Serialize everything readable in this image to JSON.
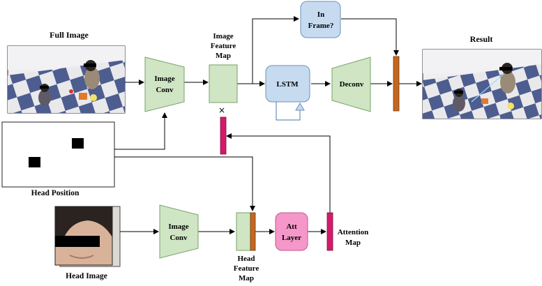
{
  "labels": {
    "full_image": "Full Image",
    "result": "Result",
    "head_position": "Head Position",
    "head_image": "Head Image",
    "image_feature_map": [
      "Image",
      "Feature",
      "Map"
    ],
    "head_feature_map": [
      "Head",
      "Feature",
      "Map"
    ],
    "attention_map": [
      "Attention",
      "Map"
    ],
    "multiply": "×"
  },
  "blocks": {
    "image_conv_top": [
      "Image",
      "Conv"
    ],
    "image_conv_bottom": [
      "Image",
      "Conv"
    ],
    "lstm": "LSTM",
    "deconv": "Deconv",
    "in_frame": [
      "In",
      "Frame?"
    ],
    "att_layer": [
      "Att",
      "Layer"
    ]
  },
  "colors": {
    "conv_fill": "#cfe5c3",
    "conv_stroke": "#7aa06a",
    "lstm_fill": "#c6dbf0",
    "lstm_stroke": "#6c8fb8",
    "att_fill": "#f597c9",
    "att_stroke": "#c25590",
    "orange_bar": "#c6671e",
    "magenta_bar": "#d41a6b",
    "mat_blue": "#4d5d8f",
    "mat_white": "#e9e9ec"
  }
}
